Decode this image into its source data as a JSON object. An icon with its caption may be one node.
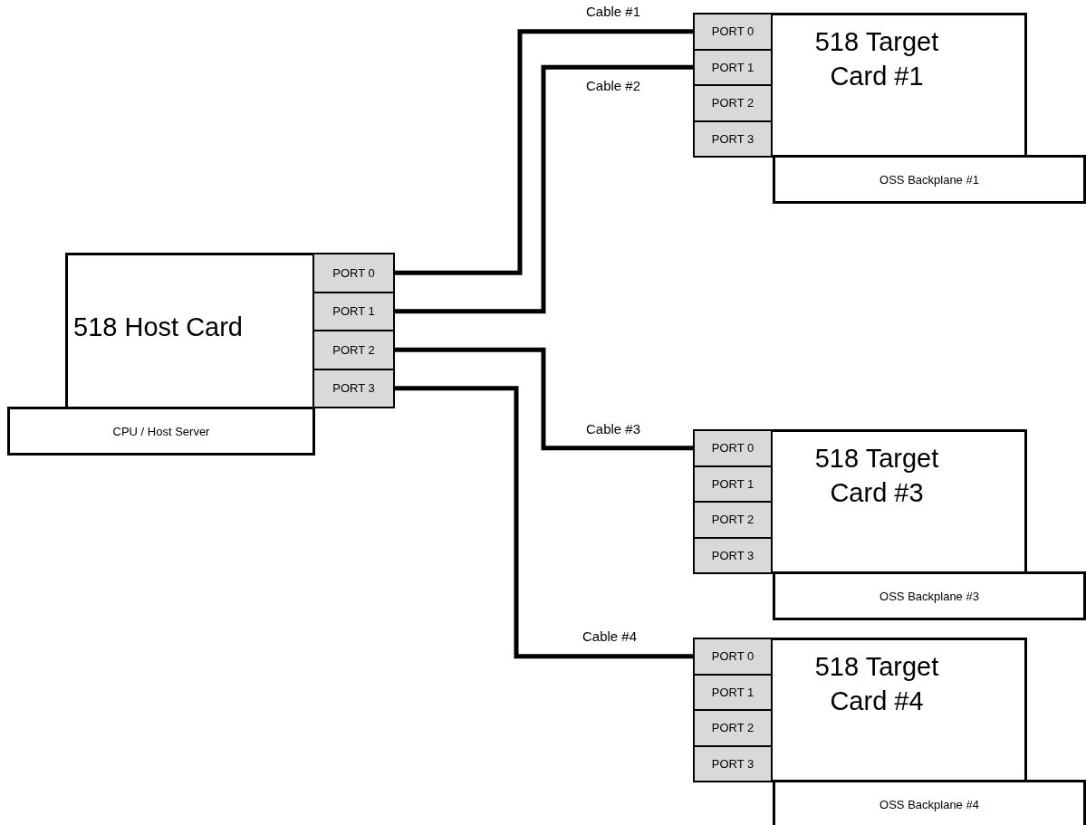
{
  "diagram": {
    "nodes": [
      {
        "text": [
          "518 Target Card #1"
        ]
      },
      {
        "text": [
          "PORT 0"
        ]
      },
      {
        "text": [
          "PORT 1"
        ]
      },
      {
        "text": [
          "PORT 2"
        ]
      },
      {
        "text": [
          "PORT 3"
        ]
      },
      {
        "text": [
          "OSS Backplane #1"
        ]
      },
      {
        "text": [
          "518 Host Card"
        ]
      },
      {
        "text": [
          "PORT 0"
        ]
      },
      {
        "text": [
          "PORT 1"
        ]
      },
      {
        "text": [
          "PORT 2"
        ]
      },
      {
        "text": [
          "PORT 3"
        ]
      },
      {
        "text": [
          "CPU / Host Server"
        ]
      },
      {
        "text": [
          "518 Target Card #3"
        ]
      },
      {
        "text": [
          "PORT 0"
        ]
      },
      {
        "text": [
          "PORT 1"
        ]
      },
      {
        "text": [
          "PORT 2"
        ]
      },
      {
        "text": [
          "PORT 3"
        ]
      },
      {
        "text": [
          "OSS Backplane #3"
        ]
      },
      {
        "text": [
          "518 Target Card #4"
        ]
      },
      {
        "text": [
          "PORT 0"
        ]
      },
      {
        "text": [
          "PORT 1"
        ]
      },
      {
        "text": [
          "PORT 2"
        ]
      },
      {
        "text": [
          "PORT 3"
        ]
      },
      {
        "text": [
          "OSS Backplane #4"
        ]
      }
    ],
    "edges": [
      {
        "from": 7,
        "to": 1,
        "arrow": "none",
        "label": "Cable #1"
      },
      {
        "from": 8,
        "to": 2,
        "arrow": "none",
        "label": "Cable #2"
      },
      {
        "from": 9,
        "to": 13,
        "arrow": "none",
        "label": "Cable #3"
      },
      {
        "from": 10,
        "to": 19,
        "arrow": "none",
        "label": "Cable #4"
      }
    ]
  }
}
